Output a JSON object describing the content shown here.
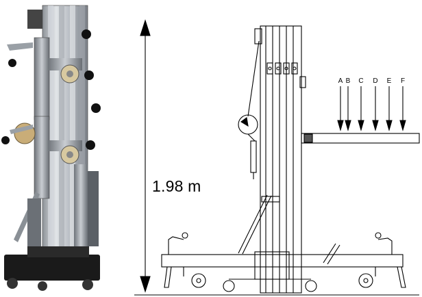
{
  "dimension": {
    "height_label": "1.98 m"
  },
  "load_points": [
    "A",
    "B",
    "C",
    "D",
    "E",
    "F"
  ],
  "colors": {
    "line": "#000000",
    "mast_aluminium": "#c8ccd0",
    "base_frame": "#1a1a1a",
    "wheel_tan": "#d8c9a0"
  }
}
